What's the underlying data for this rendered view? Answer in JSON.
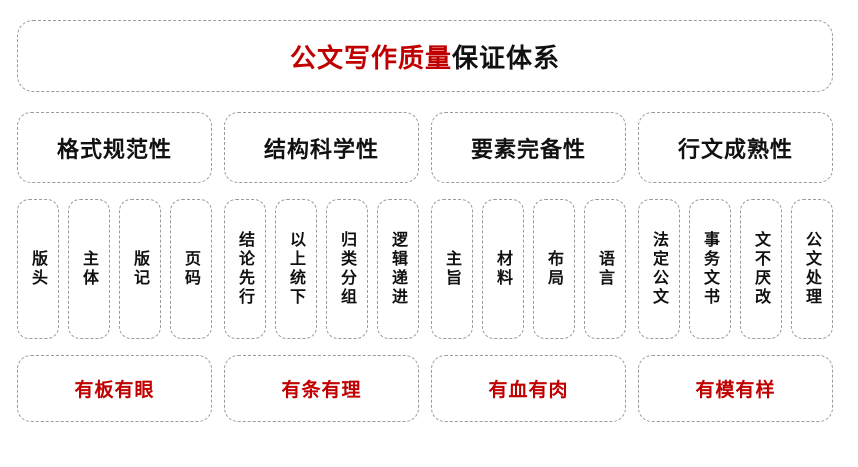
{
  "title": {
    "highlight": "公文写作质量",
    "rest": "保证体系"
  },
  "pillars": [
    {
      "label": "格式规范性",
      "items": [
        "版头",
        "主体",
        "版记",
        "页码"
      ],
      "motto": "有板有眼"
    },
    {
      "label": "结构科学性",
      "items": [
        "结论先行",
        "以上统下",
        "归类分组",
        "逻辑递进"
      ],
      "motto": "有条有理"
    },
    {
      "label": "要素完备性",
      "items": [
        "主旨",
        "材料",
        "布局",
        "语言"
      ],
      "motto": "有血有肉"
    },
    {
      "label": "行文成熟性",
      "items": [
        "法定公文",
        "事务文书",
        "文不厌改",
        "公文处理"
      ],
      "motto": "有模有样"
    }
  ],
  "colors": {
    "accent": "#c00000",
    "text": "#111111",
    "border": "#9a9a9a"
  }
}
